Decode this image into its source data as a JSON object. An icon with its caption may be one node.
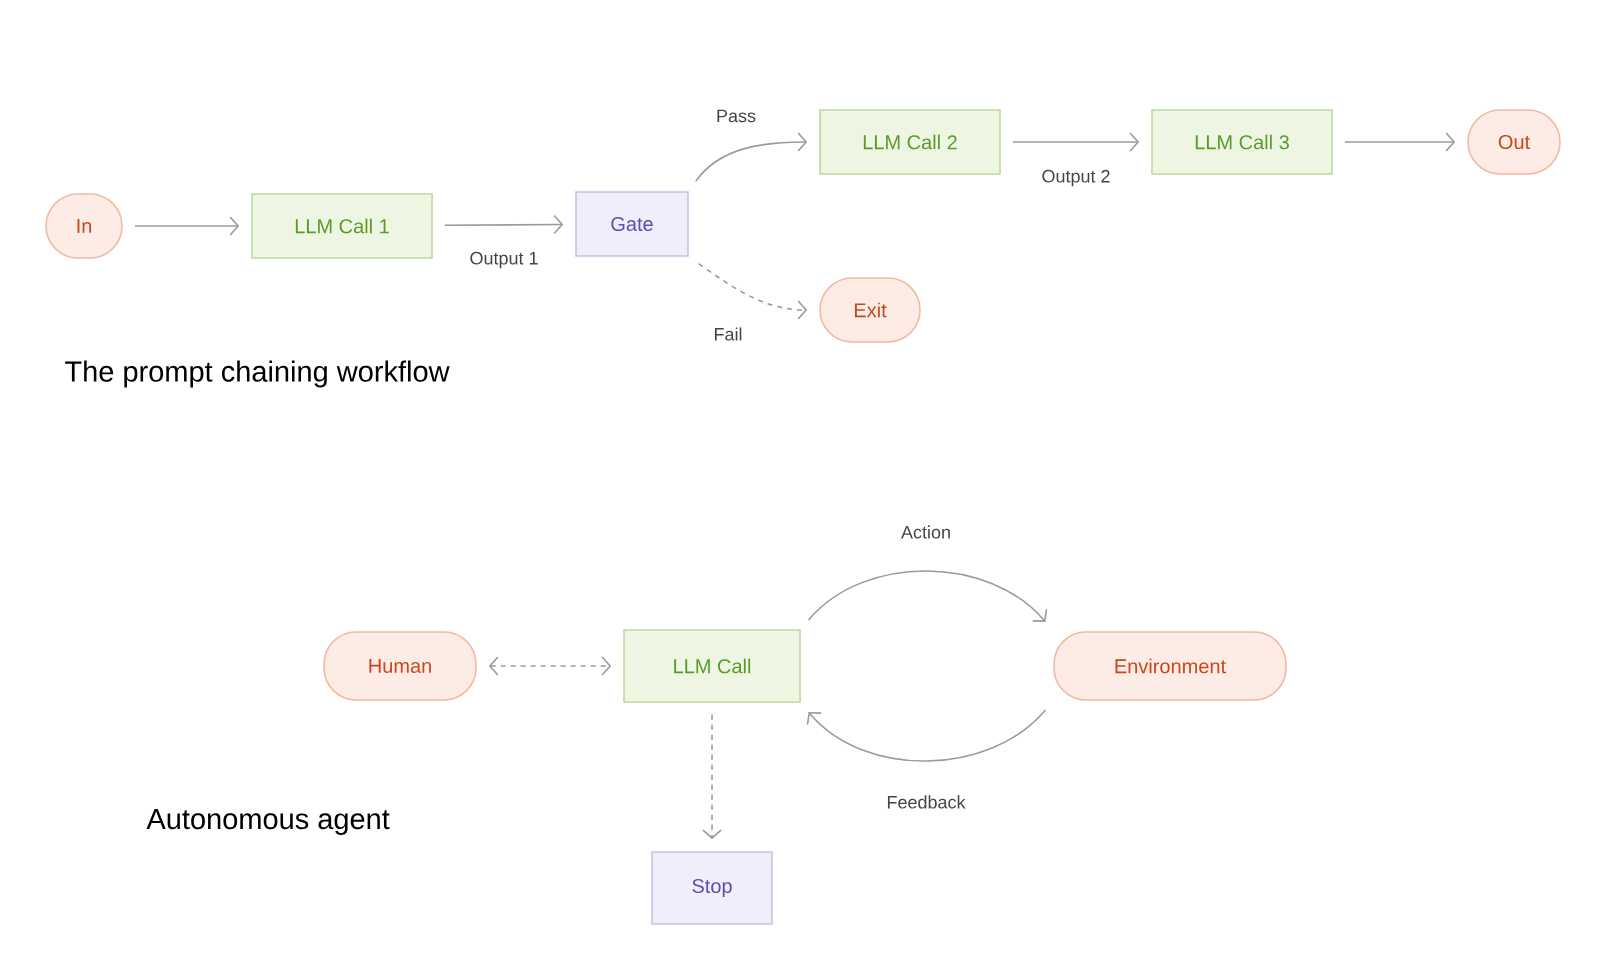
{
  "diagram": {
    "nodes": [
      {
        "text": [
          "In"
        ]
      },
      {
        "text": [
          "LLM Call 1"
        ]
      },
      {
        "text": [
          "Gate"
        ]
      },
      {
        "text": [
          "LLM Call 2"
        ]
      },
      {
        "text": [
          "LLM Call 3"
        ]
      },
      {
        "text": [
          "Out"
        ]
      },
      {
        "text": [
          "Exit"
        ]
      },
      {
        "text": [
          "Human"
        ]
      },
      {
        "text": [
          "LLM Call"
        ]
      },
      {
        "text": [
          "Environment"
        ]
      },
      {
        "text": [
          "Stop"
        ]
      }
    ],
    "edges": [
      {
        "from": 0,
        "to": 1,
        "arrow": "to"
      },
      {
        "from": 1,
        "to": 2,
        "arrow": "to",
        "label": "Output 1"
      },
      {
        "from": 2,
        "to": 3,
        "arrow": "to",
        "label": "Pass"
      },
      {
        "from": 3,
        "to": 4,
        "arrow": "to",
        "label": "Output 2"
      },
      {
        "from": 4,
        "to": 5,
        "arrow": "to"
      },
      {
        "from": 2,
        "to": 6,
        "arrow": "to",
        "label": "Fail",
        "style": "dashed"
      },
      {
        "from": 7,
        "to": 8,
        "arrow": "both",
        "style": "dashed"
      },
      {
        "from": 8,
        "to": 9,
        "arrow": "to",
        "label": "Action"
      },
      {
        "from": 9,
        "to": 8,
        "arrow": "to",
        "label": "Feedback"
      },
      {
        "from": 8,
        "to": 10,
        "arrow": "to",
        "style": "dashed"
      }
    ],
    "labels": [
      "The prompt chaining workflow",
      "Autonomous agent"
    ]
  }
}
